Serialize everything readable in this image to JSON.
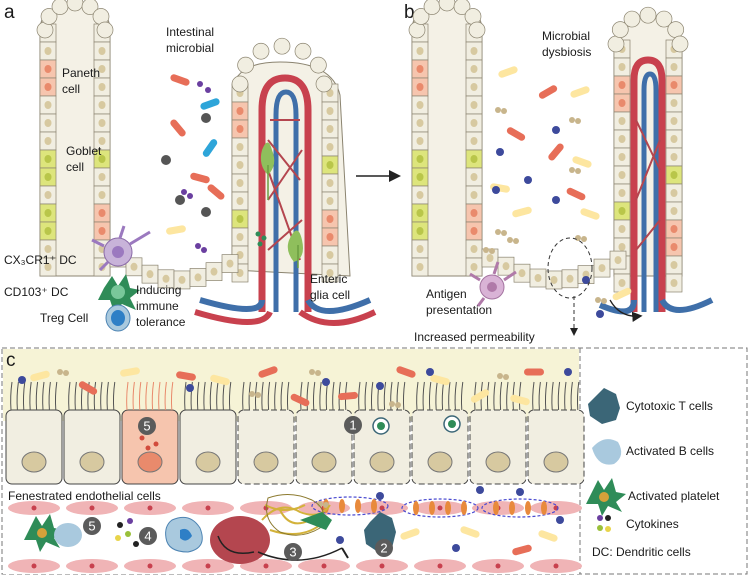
{
  "panels": {
    "a": "a",
    "b": "b",
    "c": "c"
  },
  "panel_a": {
    "paneth": [
      "Paneth",
      "cell"
    ],
    "goblet": [
      "Goblet",
      "cell"
    ],
    "microbial": [
      "Intestinal",
      "microbial"
    ],
    "cx3cr1": "CX₃CR1⁺  DC",
    "cd103": "CD103⁺  DC",
    "treg": "Treg Cell",
    "tolerance": [
      "Inducing",
      "immune",
      "tolerance"
    ],
    "enteric": [
      "Enteric",
      "glia cell"
    ]
  },
  "panel_b": {
    "dysbiosis": [
      "Microbial",
      "dysbiosis"
    ],
    "antigen": [
      "Antigen",
      "presentation"
    ],
    "permeability": "Increased permeability"
  },
  "panel_c": {
    "fenestrated": "Fenestrated endothelial cells",
    "steps": [
      "1",
      "2",
      "3",
      "4",
      "5",
      "5"
    ]
  },
  "legend": {
    "items": [
      "Cytotoxic T cells",
      "Activated B cells",
      "Activated platelet",
      "Cytokines"
    ],
    "note": "DC: Dendritic cells"
  },
  "colors": {
    "epithelium": "#f1eee1",
    "nucleus": "#d7c9a0",
    "paneth": "#f6c5ae",
    "goblet": "#dde57c",
    "artery": "#c8414e",
    "vein": "#3f6fa9",
    "bacteria_red": "#e76e58",
    "bacteria_yellow": "#fde6a0",
    "bacteria_blue": "#2ea5d9",
    "dot_navy": "#3d4a9c",
    "dot_tan": "#c8b58c",
    "tcell": "#3b6677",
    "bcell": "#a9c9de",
    "platelet": "#2f8c58",
    "endothelium": "#f0b4b6"
  }
}
